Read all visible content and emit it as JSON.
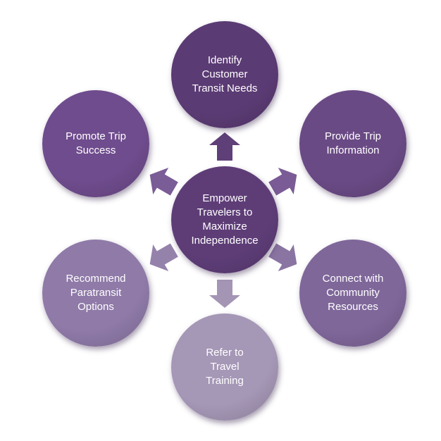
{
  "diagram": {
    "center": {
      "label": "Empower\nTravelers to\nMaximize\nIndependence",
      "color": "#5e3d77"
    },
    "nodes": [
      {
        "id": "identify",
        "label": "Identify\nCustomer\nTransit Needs",
        "color": "#5b3b74"
      },
      {
        "id": "provide",
        "label": "Provide Trip\nInformation",
        "color": "#6a4a85"
      },
      {
        "id": "connect",
        "label": "Connect with\nCommunity\nResources",
        "color": "#7f679a"
      },
      {
        "id": "refer",
        "label": "Refer to\nTravel\nTraining",
        "color": "#a597b6"
      },
      {
        "id": "recommend",
        "label": "Recommend\nParatransit\nOptions",
        "color": "#8f7aa8"
      },
      {
        "id": "promote",
        "label": "Promote Trip\nSuccess",
        "color": "#6f4c8d"
      }
    ],
    "arrows": [
      {
        "id": "up",
        "color": "#5f3f78"
      },
      {
        "id": "upper-right",
        "color": "#7a5b95"
      },
      {
        "id": "lower-right",
        "color": "#8a74a2"
      },
      {
        "id": "down",
        "color": "#a495b5"
      },
      {
        "id": "lower-left",
        "color": "#9582ab"
      },
      {
        "id": "upper-left",
        "color": "#7a5c96"
      }
    ]
  }
}
